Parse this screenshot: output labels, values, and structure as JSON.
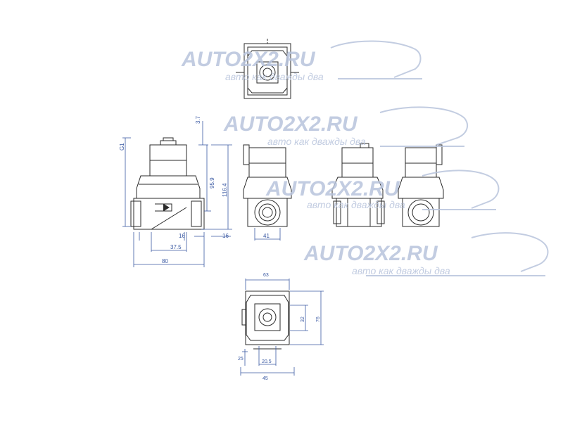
{
  "watermark": {
    "title": "AUTO2X2.RU",
    "subtitle": "авто как дважды два"
  },
  "dimensions": {
    "left_view": {
      "thread": "G1",
      "top_gap": "3.7",
      "height_inner": "95.9",
      "height_total": "116.4",
      "port_a": "16",
      "port_b": "16",
      "center_width": "37.5",
      "total_width": "80"
    },
    "front_view": {
      "width": "41"
    },
    "bottom_view": {
      "top_width": "63",
      "inner_height": "32",
      "outer_height": "76",
      "left_offset": "25",
      "bottom_inner": "20.5",
      "bottom_width": "45"
    }
  },
  "colors": {
    "line": "#2a2a2a",
    "dim_line": "#3b5aa3",
    "watermark": "#b8c4dc"
  }
}
